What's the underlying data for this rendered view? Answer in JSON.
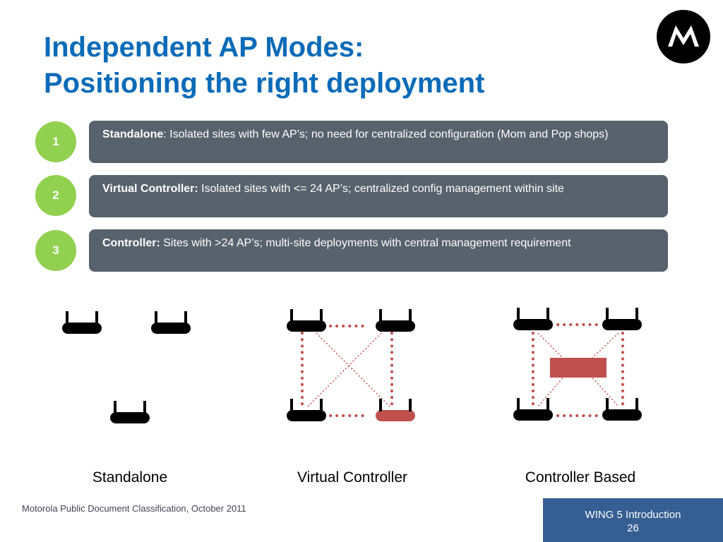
{
  "title": {
    "line1": "Independent AP Modes:",
    "line2": "Positioning the right deployment"
  },
  "logo": {
    "icon": "motorola-logo-icon"
  },
  "rows": [
    {
      "number": "1",
      "label": "Standalone",
      "text": ": Isolated sites with few AP’s; no need for centralized configuration (Mom and Pop shops)"
    },
    {
      "number": "2",
      "label": "Virtual Controller:",
      "text": " Isolated sites with <= 24 AP’s; centralized config management within site"
    },
    {
      "number": "3",
      "label": "Controller:",
      "text": " Sites with >24 AP’s; multi-site deployments with central management requirement"
    }
  ],
  "captions": {
    "standalone": "Standalone",
    "virtual": "Virtual Controller",
    "controller": "Controller Based"
  },
  "footer": {
    "left": "Motorola Public Document Classification, October 2011",
    "right_line1": "WING 5 Introduction",
    "right_line2": "26"
  },
  "colors": {
    "title": "#0b6bb8",
    "number_circle": "#92d050",
    "row_box": "#57626c",
    "accent_red": "#c0504d",
    "footer_box": "#355e92"
  }
}
